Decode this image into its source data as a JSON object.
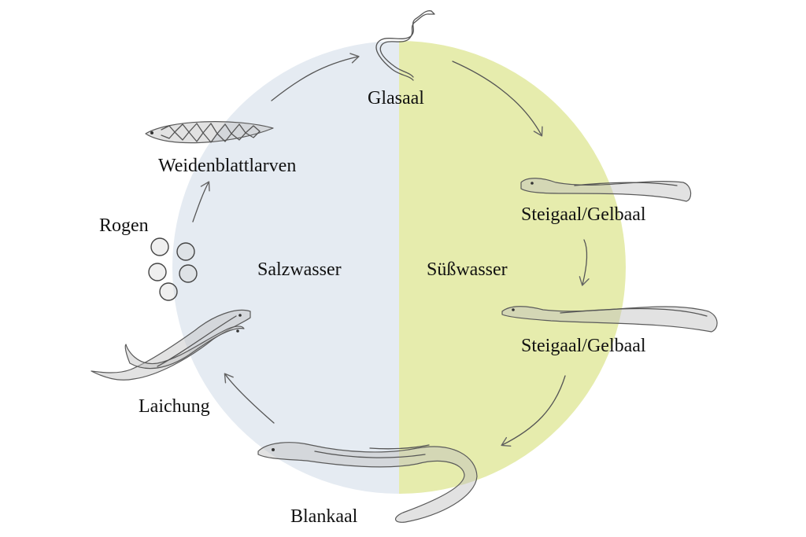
{
  "diagram": {
    "colors": {
      "salt_water": "#e5ebf2",
      "fresh_water": "#e6ecad",
      "arrow": "#666666",
      "eel_fill": "#bebebe",
      "text": "#111111"
    },
    "regions": {
      "left": "Salzwasser",
      "right": "Süßwasser"
    },
    "stages": {
      "glasaal": "Glasaal",
      "steigaal_1": "Steigaal/Gelbaal",
      "steigaal_2": "Steigaal/Gelbaal",
      "blankaal": "Blankaal",
      "laichung": "Laichung",
      "rogen": "Rogen",
      "weidenblattlarven": "Weidenblattlarven"
    },
    "icons": [
      "leptocephalus-larva-icon",
      "glass-eel-icon",
      "yellow-eel-icon",
      "silver-eel-icon",
      "spawning-eels-icon",
      "egg-icon"
    ]
  }
}
